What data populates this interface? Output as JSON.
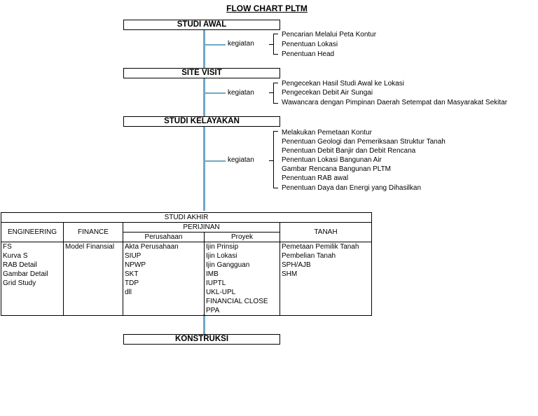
{
  "title": "FLOW CHART PLTM",
  "stages": {
    "studi_awal": "STUDI AWAL",
    "site_visit": "SITE VISIT",
    "studi_kelayakan": "STUDI KELAYAKAN",
    "konstruksi": "KONSTRUKSI"
  },
  "kegiatan_label": "kegiatan",
  "activities": {
    "studi_awal": [
      "Pencarian Melalui Peta Kontur",
      "Penentuan Lokasi",
      "Penentuan Head"
    ],
    "site_visit": [
      "Pengecekan Hasil Studi Awal ke Lokasi",
      "Pengecekan Debit Air Sungai",
      "Wawancara dengan Pimpinan Daerah Setempat dan Masyarakat Sekitar"
    ],
    "studi_kelayakan": [
      "Melakukan Pemetaan Kontur",
      "Penentuan Geologi dan Pemeriksaan Struktur Tanah",
      "Penentuan Debit Banjir dan Debit Rencana",
      "Penentuan Lokasi Bangunan Air",
      "Gambar Rencana Bangunan PLTM",
      "Penentuan RAB awal",
      "Penentuan Daya dan Energi yang Dihasilkan"
    ]
  },
  "studi_akhir": {
    "title": "STUDI AKHIR",
    "headers": {
      "engineering": "ENGINEERING",
      "finance": "FINANCE",
      "perijinan": "PERIJINAN",
      "perusahaan": "Perusahaan",
      "proyek": "Proyek",
      "tanah": "TANAH"
    },
    "engineering": [
      "FS",
      "Kurva S",
      "RAB Detail",
      "Gambar Detail",
      "Grid Study"
    ],
    "finance": [
      "Model Finansial"
    ],
    "perusahaan": [
      "Akta Perusahaan",
      "SIUP",
      "NPWP",
      "SKT",
      "TDP",
      "dll"
    ],
    "proyek": [
      "Ijin Prinsip",
      "Ijin Lokasi",
      "Ijin Gangguan",
      "IMB",
      "IUPTL",
      "UKL-UPL",
      "FINANCIAL CLOSE",
      "PPA"
    ],
    "tanah": [
      "Pemetaan Pemilik Tanah",
      "Pembelian Tanah",
      "SPH/AJB",
      "SHM"
    ]
  }
}
